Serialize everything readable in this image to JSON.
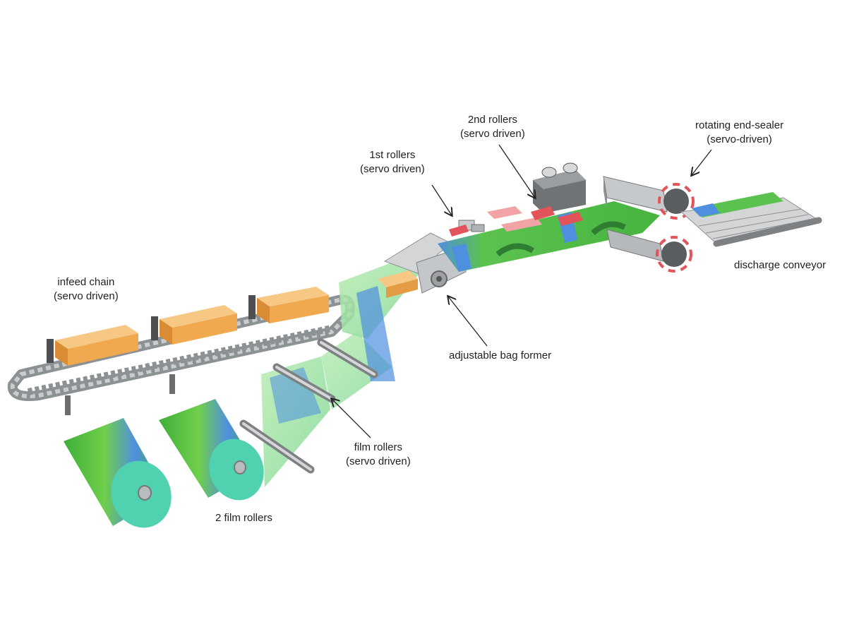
{
  "labels": {
    "infeed_chain": {
      "line1": "infeed chain",
      "line2": "(servo driven)"
    },
    "first_rollers": {
      "line1": "1st rollers",
      "line2": "(servo driven)"
    },
    "second_rollers": {
      "line1": "2nd rollers",
      "line2": "(servo driven)"
    },
    "end_sealer": {
      "line1": "rotating end-sealer",
      "line2": "(servo-driven)"
    },
    "discharge_conveyor": "discharge conveyor",
    "bag_former": "adjustable bag former",
    "film_rollers": {
      "line1": "film rollers",
      "line2": "(servo driven)"
    },
    "two_film_rollers": "2 film rollers"
  },
  "colors": {
    "chain": "#9ea3a6",
    "product": "#f0a94f",
    "film_green": "#5cc24f",
    "film_blue": "#4d8fe0",
    "film_teal": "#4ed6b4",
    "machine_grey": "#b9bcbe",
    "seal_red": "#e2545a"
  }
}
